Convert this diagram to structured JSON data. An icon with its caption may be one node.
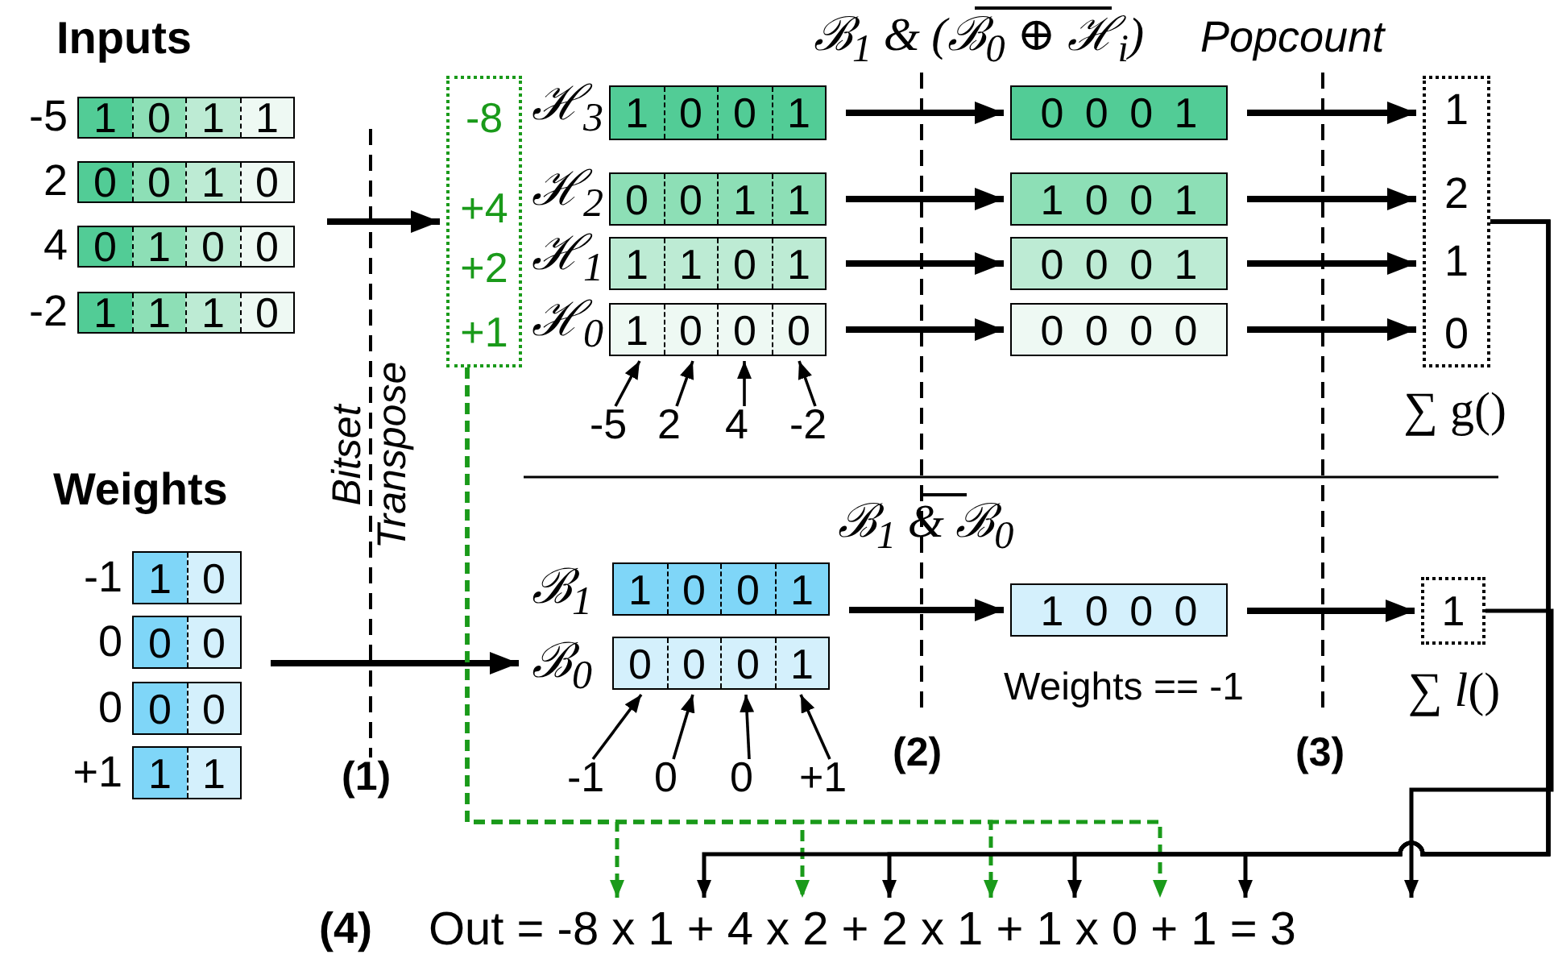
{
  "diagram": {
    "nodes": [
      {
        "text": [
          "1",
          "0",
          "1",
          "1"
        ],
        "beside": [
          "-5"
        ]
      },
      {
        "text": [
          "0",
          "0",
          "1",
          "0"
        ],
        "beside": [
          "2"
        ]
      },
      {
        "text": [
          "0",
          "1",
          "0",
          "0"
        ],
        "beside": [
          "4"
        ]
      },
      {
        "text": [
          "1",
          "1",
          "1",
          "0"
        ],
        "beside": [
          "-2"
        ]
      },
      {
        "text": [
          "-8",
          "+4",
          "+2",
          "+1"
        ]
      },
      {
        "text": [
          "1",
          "0",
          "0",
          "1"
        ],
        "beside": [
          "ℋ$_{3}$"
        ]
      },
      {
        "text": [
          "0",
          "0",
          "1",
          "1"
        ],
        "beside": [
          "ℋ$_{2}$"
        ]
      },
      {
        "text": [
          "1",
          "1",
          "0",
          "1"
        ],
        "beside": [
          "ℋ$_{1}$"
        ]
      },
      {
        "text": [
          "1",
          "0",
          "0",
          "0"
        ],
        "beside": [
          "ℋ$_{0}$"
        ]
      },
      {
        "text": [
          "0 0 0 1"
        ]
      },
      {
        "text": [
          "1 0 0 1"
        ]
      },
      {
        "text": [
          "0 0 0 1"
        ]
      },
      {
        "text": [
          "0 0 0 0"
        ]
      },
      {
        "text": [
          "1",
          "2",
          "1",
          "0"
        ],
        "beside": [
          "∑ g()"
        ]
      },
      {
        "text": [
          "1",
          "0"
        ],
        "beside": [
          "-1"
        ]
      },
      {
        "text": [
          "0",
          "0"
        ],
        "beside": [
          "0"
        ]
      },
      {
        "text": [
          "0",
          "0"
        ],
        "beside": [
          "0"
        ]
      },
      {
        "text": [
          "1",
          "1"
        ],
        "beside": [
          "+1"
        ]
      },
      {
        "text": [
          "1",
          "0",
          "0",
          "1"
        ],
        "beside": [
          "ℬ$_{1}$"
        ]
      },
      {
        "text": [
          "0",
          "0",
          "0",
          "1"
        ],
        "beside": [
          "ℬ$_{0}$"
        ]
      },
      {
        "text": [
          "1 0 0 0"
        ],
        "beside": [
          "Weights == -1"
        ]
      },
      {
        "text": [
          "1"
        ],
        "beside": [
          "∑ *l*()"
        ]
      },
      {
        "text": [
          "-5"
        ]
      },
      {
        "text": [
          "2"
        ]
      },
      {
        "text": [
          "4"
        ]
      },
      {
        "text": [
          "-2"
        ]
      },
      {
        "text": [
          "-1"
        ]
      },
      {
        "text": [
          "0"
        ]
      },
      {
        "text": [
          "0"
        ]
      },
      {
        "text": [
          "+1"
        ]
      },
      {
        "text": [
          "Out = -8 x 1 + 4 x 2 + 2 x 1 + 1 x 0 + 1 = 3"
        ]
      }
    ],
    "edges": [
      {
        "from": null,
        "to": 4,
        "arrow": "to"
      },
      {
        "from": null,
        "to": 19,
        "arrow": "to"
      },
      {
        "from": 5,
        "to": 9,
        "arrow": "to"
      },
      {
        "from": 6,
        "to": 10,
        "arrow": "to"
      },
      {
        "from": 7,
        "to": 11,
        "arrow": "to"
      },
      {
        "from": 8,
        "to": 12,
        "arrow": "to"
      },
      {
        "from": 9,
        "to": 13,
        "arrow": "to"
      },
      {
        "from": 10,
        "to": 13,
        "arrow": "to"
      },
      {
        "from": 11,
        "to": 13,
        "arrow": "to"
      },
      {
        "from": 12,
        "to": 13,
        "arrow": "to"
      },
      {
        "from": 18,
        "to": 20,
        "arrow": "to"
      },
      {
        "from": 20,
        "to": 21,
        "arrow": "to"
      },
      {
        "from": 22,
        "to": 8,
        "arrow": "to"
      },
      {
        "from": 23,
        "to": 8,
        "arrow": "to"
      },
      {
        "from": 24,
        "to": 8,
        "arrow": "to"
      },
      {
        "from": 25,
        "to": 8,
        "arrow": "to"
      },
      {
        "from": 26,
        "to": 19,
        "arrow": "to"
      },
      {
        "from": 27,
        "to": 19,
        "arrow": "to"
      },
      {
        "from": 28,
        "to": 19,
        "arrow": "to"
      },
      {
        "from": 29,
        "to": 19,
        "arrow": "to"
      },
      {
        "from": 4,
        "to": 30,
        "arrow": "to",
        "style": "dashed",
        "color": "#1a9a1a"
      },
      {
        "from": 4,
        "to": 30,
        "arrow": "to",
        "style": "dashed",
        "color": "#1a9a1a"
      },
      {
        "from": 4,
        "to": 30,
        "arrow": "to",
        "style": "dashed",
        "color": "#1a9a1a"
      },
      {
        "from": 4,
        "to": 30,
        "arrow": "to",
        "style": "dashed",
        "color": "#1a9a1a"
      },
      {
        "from": 13,
        "to": 30,
        "arrow": "to"
      },
      {
        "from": 13,
        "to": 30,
        "arrow": "to"
      },
      {
        "from": 13,
        "to": 30,
        "arrow": "to"
      },
      {
        "from": 13,
        "to": 30,
        "arrow": "to"
      },
      {
        "from": 21,
        "to": 30,
        "arrow": "to"
      }
    ],
    "labels": [
      "Inputs",
      "ℬ$_{1}$ & (ℬ$_{0}$ ⊕ ℋ$_{i}$)",
      "Popcount",
      "Bitset Transpose",
      "Weights",
      "ℬ$_{1}$ & ℬ$_{0}$",
      "(1)",
      "(2)",
      "(3)",
      "(4)"
    ]
  }
}
